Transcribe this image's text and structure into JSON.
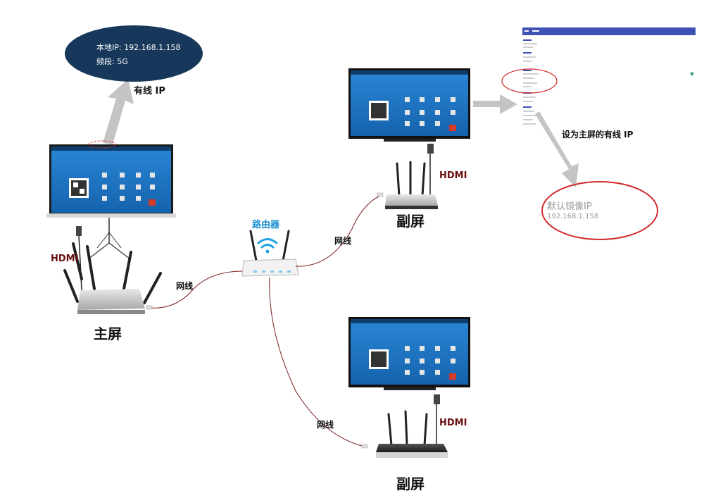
{
  "bubble": {
    "ip_line": "本地IP: 192.168.1.158",
    "band_line": "频段: 5G"
  },
  "labels": {
    "wired_ip": "有线 IP",
    "set_main_wired_ip": "设为主屏的有线 IP",
    "router": "路由器",
    "main_screen": "主屏",
    "sub_screen_top": "副屏",
    "sub_screen_bottom": "副屏",
    "hdmi_main": "HDMI",
    "hdmi_sub_top": "HDMI",
    "hdmi_sub_bottom": "HDMI",
    "cable_main": "网线",
    "cable_sub_top": "网线",
    "cable_sub_bottom": "网线"
  },
  "mirror_ip": {
    "title": "默认镜像IP",
    "value": "192.168.1.158"
  },
  "colors": {
    "bubble_fill": "#17385a",
    "screen_blue": "#1e76c4",
    "arrow_gray": "#c4c4c4",
    "ellipse_red": "#d22a2a",
    "settings_header": "#3f51b5"
  }
}
